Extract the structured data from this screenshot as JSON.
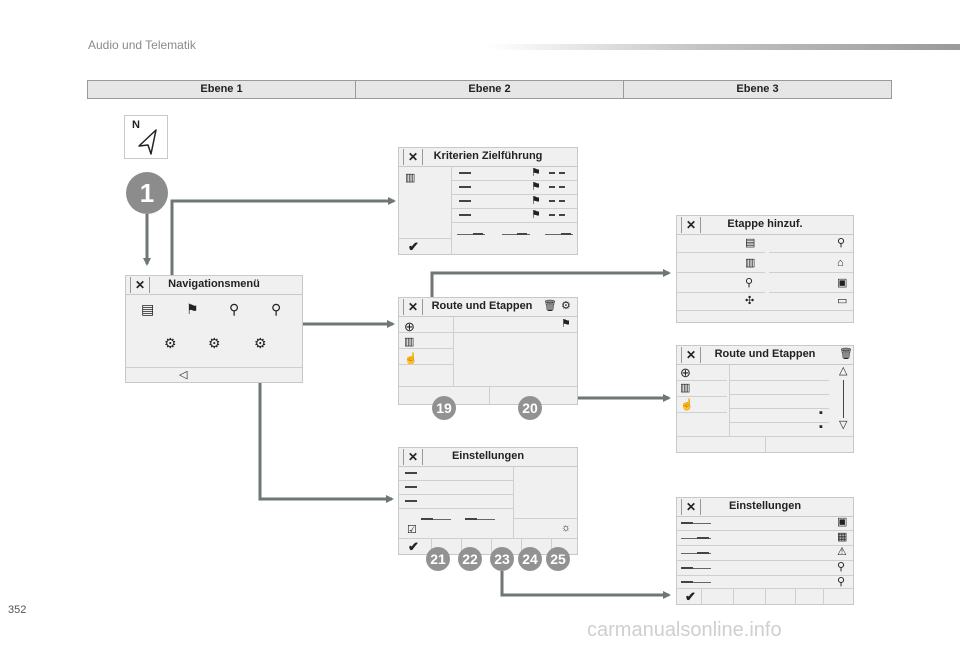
{
  "header": {
    "title": "Audio und Telematik"
  },
  "levels": [
    "Ebene 1",
    "Ebene 2",
    "Ebene 3"
  ],
  "compass": {
    "label": "N"
  },
  "step_number": "1",
  "panels": {
    "navigationsmenu": {
      "title": "Navigationsmenü",
      "close": "✕"
    },
    "kriterien": {
      "title": "Kriterien Zielführung",
      "close": "✕"
    },
    "route_etappen_l2": {
      "title": "Route und Etappen",
      "close": "✕"
    },
    "einstellungen_l2": {
      "title": "Einstellungen",
      "close": "✕"
    },
    "etappe": {
      "title": "Etappe hinzuf.",
      "close": "✕"
    },
    "route_etappen_l3": {
      "title": "Route und Etappen",
      "close": "✕"
    },
    "einstellungen_l3": {
      "title": "Einstellungen",
      "close": "✕"
    }
  },
  "badges": {
    "route": [
      "19",
      "20"
    ],
    "settings": [
      "21",
      "22",
      "23",
      "24",
      "25"
    ]
  },
  "page_number": "352",
  "watermark": "carmanualsonline.info",
  "icons": [
    "close-icon",
    "compass-icon",
    "map-icon",
    "flag-icon",
    "add-icon",
    "check-icon",
    "gear-icon",
    "home-icon",
    "warning-icon",
    "pin-icon"
  ],
  "colors": {
    "panel_bg": "#f0f0f0",
    "badge": "#929292",
    "arrow": "#6f7677"
  }
}
